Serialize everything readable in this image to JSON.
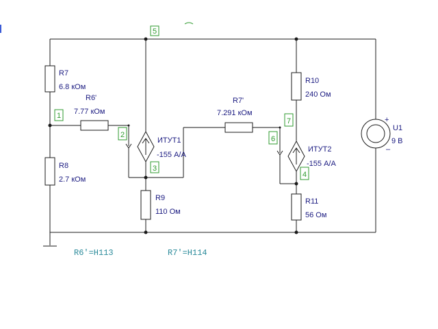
{
  "schematic": {
    "resistors": {
      "r7": {
        "name": "R7",
        "value": "6.8 кОм"
      },
      "r6p": {
        "name": "R6'",
        "value": "7.77 кОм"
      },
      "r8": {
        "name": "R8",
        "value": "2.7 кОм"
      },
      "r9": {
        "name": "R9",
        "value": "110 Ом"
      },
      "r7p": {
        "name": "R7'",
        "value": "7.291 кОм"
      },
      "r10": {
        "name": "R10",
        "value": "240 Ом"
      },
      "r11": {
        "name": "R11",
        "value": "56 Ом"
      }
    },
    "sources": {
      "itut1": {
        "name": "ИТУТ1",
        "value": "-155 А/А"
      },
      "itut2": {
        "name": "ИТУТ2",
        "value": "-155 А/А"
      },
      "u1": {
        "name": "U1",
        "value": "9 В",
        "plus": "+",
        "minus": "–"
      }
    },
    "nodes": [
      "5",
      "1",
      "2",
      "3",
      "7",
      "6",
      "4"
    ],
    "notes": {
      "r6_note": "R6'=H113",
      "r7_note": "R7'=H114"
    }
  }
}
